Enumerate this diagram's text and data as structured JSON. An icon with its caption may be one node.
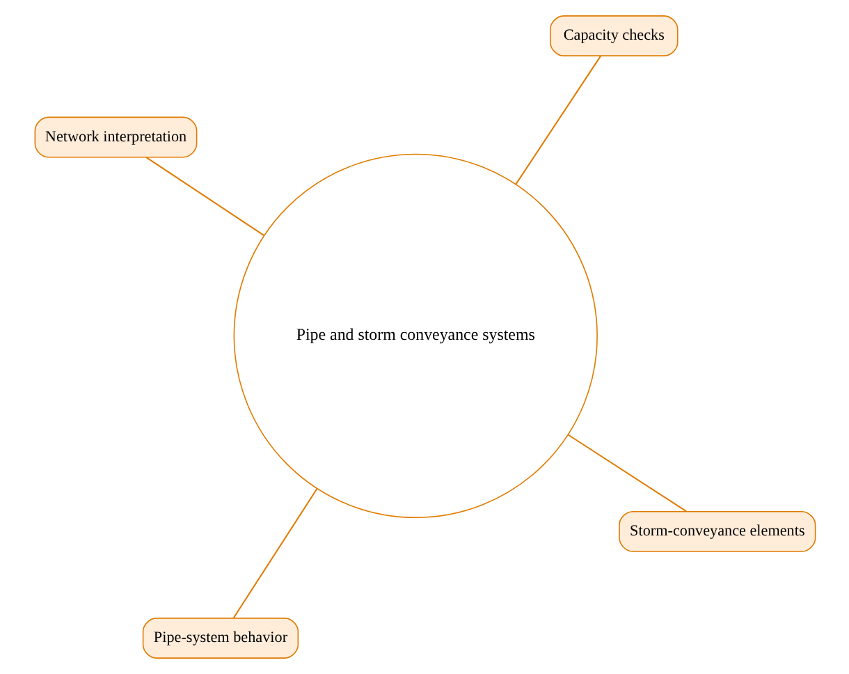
{
  "diagram": {
    "nodes": [
      {
        "text": [
          "Pipe and storm conveyance systems"
        ]
      },
      {
        "text": [
          "Storm-conveyance elements"
        ]
      },
      {
        "text": [
          "Pipe-system behavior"
        ]
      },
      {
        "text": [
          "Network interpretation"
        ]
      },
      {
        "text": [
          "Capacity checks"
        ]
      }
    ],
    "edges": [
      {
        "from": 0,
        "to": 1,
        "arrow": "none"
      },
      {
        "from": 0,
        "to": 2,
        "arrow": "none"
      },
      {
        "from": 0,
        "to": 3,
        "arrow": "none"
      },
      {
        "from": 0,
        "to": 4,
        "arrow": "none"
      }
    ]
  }
}
